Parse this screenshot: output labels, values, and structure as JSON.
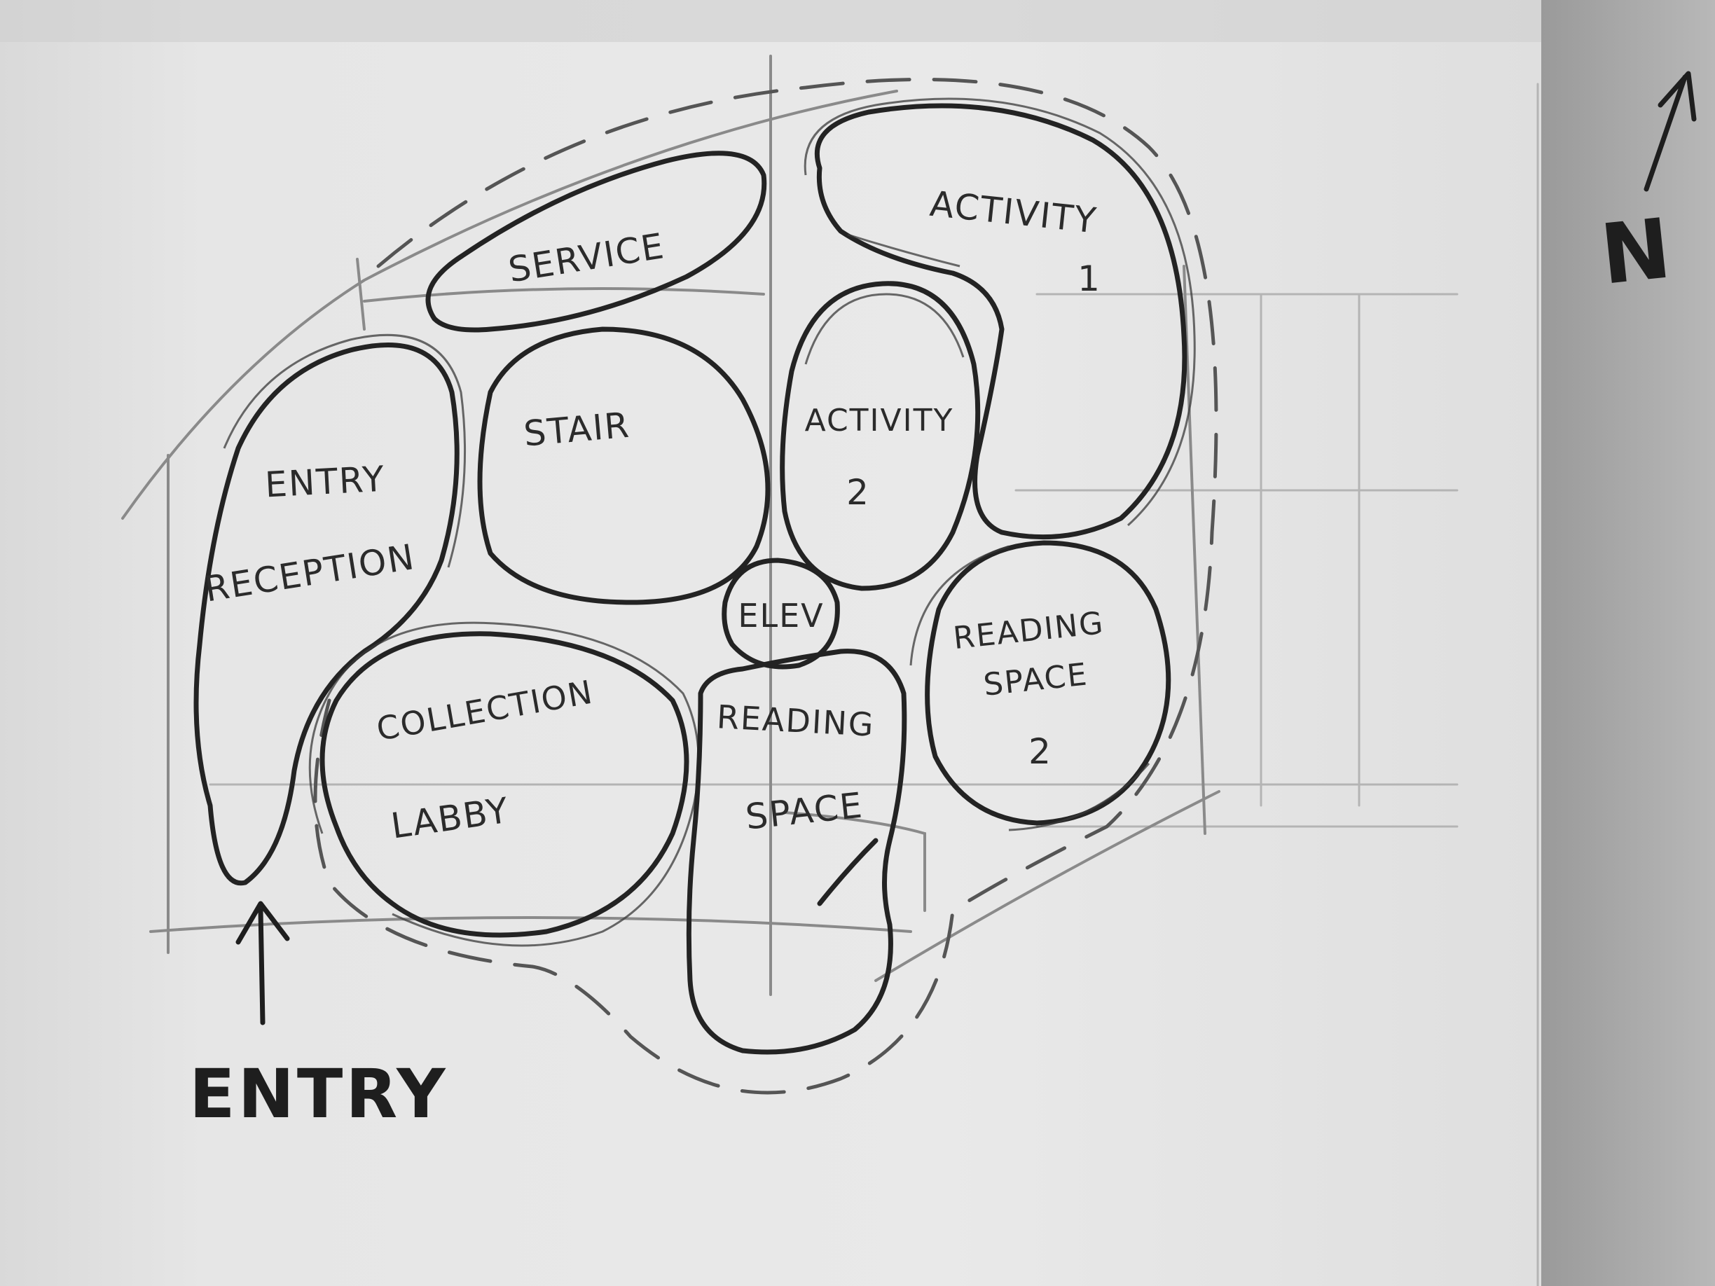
{
  "diagram": {
    "spaces": [
      {
        "id": "service",
        "lines": [
          "SERVICE"
        ]
      },
      {
        "id": "activity-1",
        "lines": [
          "ACTIVITY",
          "1"
        ]
      },
      {
        "id": "entry-reception",
        "lines": [
          "ENTRY",
          "RECEPTION"
        ]
      },
      {
        "id": "stair",
        "lines": [
          "STAIR"
        ]
      },
      {
        "id": "activity-2",
        "lines": [
          "ACTIVITY",
          "2"
        ]
      },
      {
        "id": "elev",
        "lines": [
          "ELEV"
        ]
      },
      {
        "id": "reading-space-2",
        "lines": [
          "READING",
          "SPACE",
          "2"
        ]
      },
      {
        "id": "collection-labby",
        "lines": [
          "COLLECTION",
          "LABBY"
        ]
      },
      {
        "id": "reading-space",
        "lines": [
          "READING",
          "SPACE"
        ]
      }
    ],
    "entry_label": "ENTRY",
    "north_label": "N"
  }
}
